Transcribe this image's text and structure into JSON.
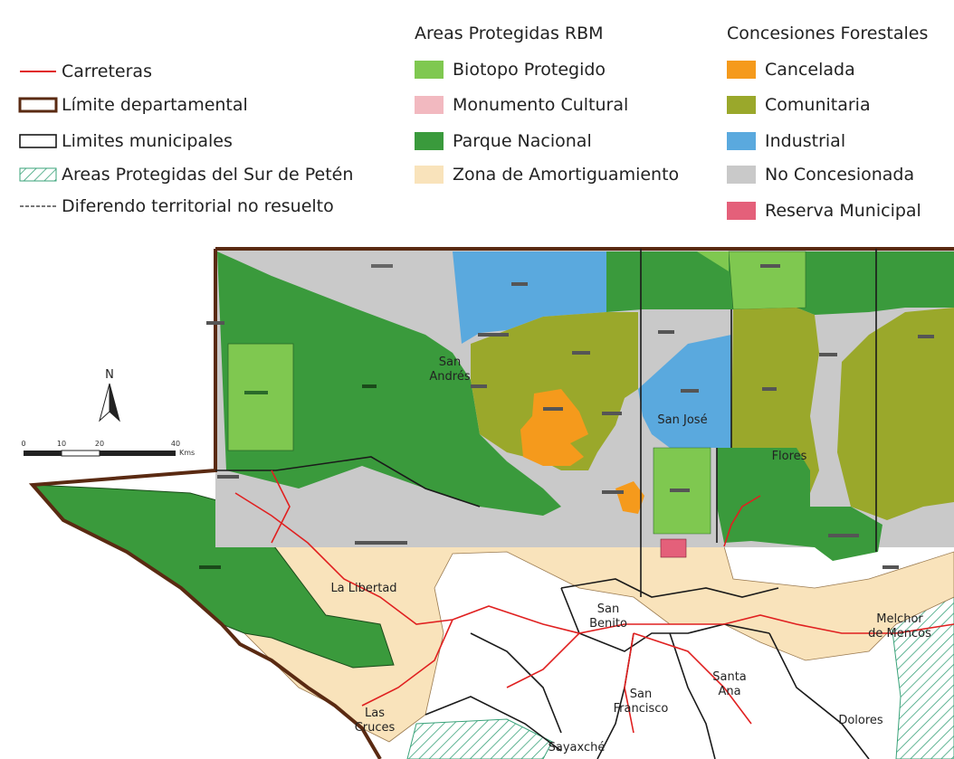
{
  "legend": {
    "lines": [
      {
        "label": "Carreteras",
        "color": "#e02020"
      },
      {
        "label": "Límite departamental",
        "color": "#5a2a12"
      },
      {
        "label": "Limites municipales",
        "color": "#1a1a1a"
      },
      {
        "label": "Areas Protegidas del Sur de Petén",
        "color": "#3aa37a"
      },
      {
        "label": "Diferendo territorial no resuelto",
        "color": "#777777"
      }
    ],
    "rbm": {
      "heading": "Areas Protegidas RBM",
      "items": [
        {
          "label": "Biotopo Protegido",
          "color": "#7fc850"
        },
        {
          "label": "Monumento Cultural",
          "color": "#f2b9c0"
        },
        {
          "label": "Parque Nacional",
          "color": "#3a9a3c"
        },
        {
          "label": "Zona de Amortiguamiento",
          "color": "#f9e3bb"
        }
      ]
    },
    "concesiones": {
      "heading": "Concesiones Forestales",
      "items": [
        {
          "label": "Cancelada",
          "color": "#f59a1c"
        },
        {
          "label": "Comunitaria",
          "color": "#9aa82b"
        },
        {
          "label": "Industrial",
          "color": "#5aa9de"
        },
        {
          "label": "No Concesionada",
          "color": "#c9c9c9"
        },
        {
          "label": "Reserva Municipal",
          "color": "#e4607a"
        }
      ]
    }
  },
  "map": {
    "north_label": "N",
    "scale": {
      "ticks": [
        "0",
        "10",
        "20",
        "40"
      ],
      "unit": "Kms"
    },
    "places": [
      {
        "name": "San Andrés",
        "lines": [
          "San",
          "Andrés"
        ]
      },
      {
        "name": "San José",
        "lines": [
          "San José"
        ]
      },
      {
        "name": "Flores",
        "lines": [
          "Flores"
        ]
      },
      {
        "name": "La Libertad",
        "lines": [
          "La Libertad"
        ]
      },
      {
        "name": "San Benito",
        "lines": [
          "San",
          "Benito"
        ]
      },
      {
        "name": "Melchor de Mencos",
        "lines": [
          "Melchor",
          "de Mencos"
        ]
      },
      {
        "name": "San Francisco",
        "lines": [
          "San",
          "Francisco"
        ]
      },
      {
        "name": "Santa Ana",
        "lines": [
          "Santa",
          "Ana"
        ]
      },
      {
        "name": "Las Cruces",
        "lines": [
          "Las",
          "Cruces"
        ]
      },
      {
        "name": "Dolores",
        "lines": [
          "Dolores"
        ]
      },
      {
        "name": "Sayaxché",
        "lines": [
          "Sayaxché"
        ]
      }
    ]
  }
}
